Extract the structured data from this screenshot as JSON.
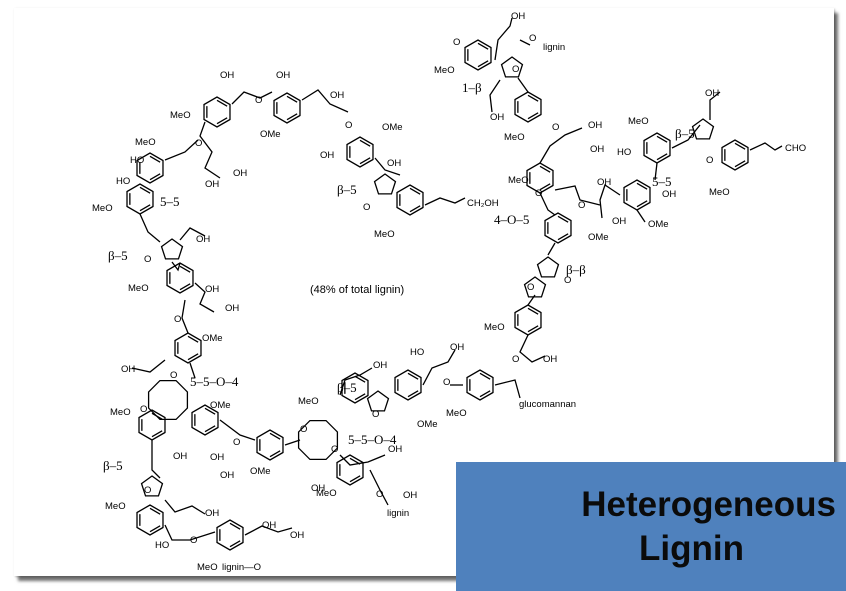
{
  "slide": {
    "title_line1": "Heterogeneous",
    "title_line2": "Lignin",
    "box_color": "#4f81bd"
  },
  "diagram": {
    "center_note": "(48% of total lignin)",
    "linkages": [
      {
        "id": "l1",
        "text": "β–5"
      },
      {
        "id": "l2",
        "text": "5–5"
      },
      {
        "id": "l3",
        "text": "β–5"
      },
      {
        "id": "l4",
        "text": "1–β"
      },
      {
        "id": "l5",
        "text": "β–5"
      },
      {
        "id": "l6",
        "text": "5–5"
      },
      {
        "id": "l7",
        "text": "4–O–5"
      },
      {
        "id": "l8",
        "text": "β–β"
      },
      {
        "id": "l9",
        "text": "5–5–O–4"
      },
      {
        "id": "l10",
        "text": "β–5"
      },
      {
        "id": "l11",
        "text": "5–5–O–4"
      },
      {
        "id": "l12",
        "text": "β–5"
      }
    ],
    "atoms": {
      "oh": "OH",
      "meo": "MeO",
      "ome": "OMe",
      "o": "O",
      "ho": "HO",
      "cho": "CHO",
      "ch2oh": "CH₂OH",
      "lignin": "lignin",
      "lignin_o": "lignin—O",
      "glucomannan": "glucomannan"
    }
  }
}
